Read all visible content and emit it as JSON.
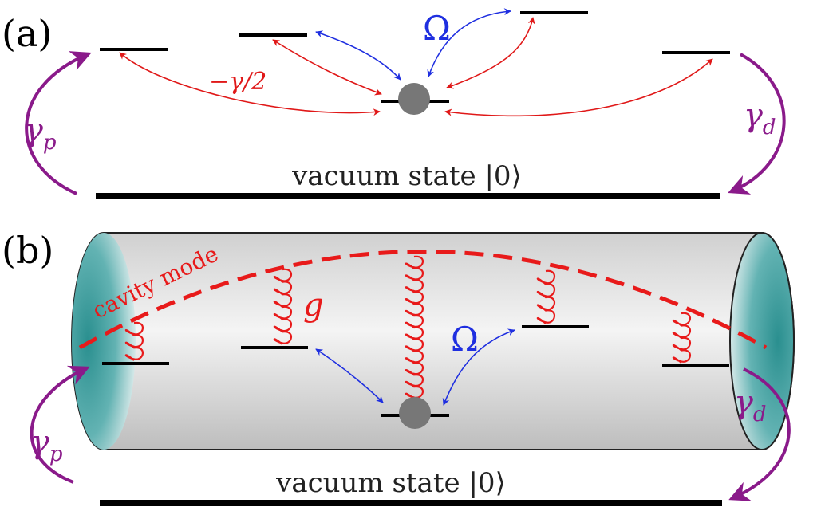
{
  "panel_a": {
    "label": "(a)",
    "vacuum_label": "vacuum state |0⟩",
    "omega_label": "Ω",
    "coupling_label": "−γ/2",
    "pump_label": "γ",
    "pump_sub": "p",
    "decay_label": "γ",
    "decay_sub": "d"
  },
  "panel_b": {
    "label": "(b)",
    "vacuum_label": "vacuum state |0⟩",
    "omega_label": "Ω",
    "cavity_label": "cavity mode",
    "g_label": "g",
    "pump_label": "γ",
    "pump_sub": "p",
    "decay_label": "γ",
    "decay_sub": "d"
  },
  "colors": {
    "level": "#000000",
    "dot": "#777777",
    "omega_arrow": "#1f2fe0",
    "coupling_arrow": "#e01818",
    "pump_decay": "#8a1a8a",
    "cavity_mode": "#e81a1a",
    "spring": "#e81a1a",
    "mirror": "#1f8a8a"
  }
}
